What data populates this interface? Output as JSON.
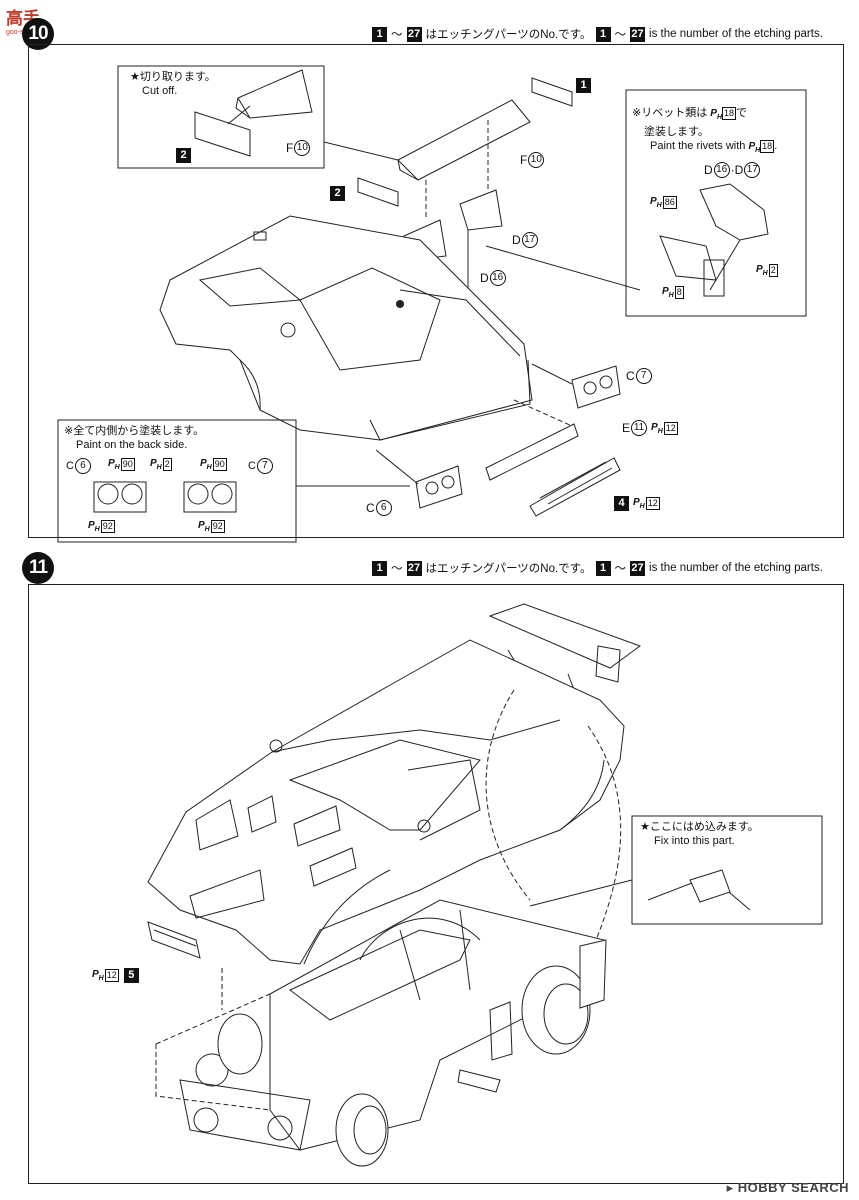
{
  "watermark_top": {
    "brand": "高手",
    "site": "goo-shells.com"
  },
  "step10": {
    "number": "10",
    "header": {
      "from": "1",
      "to": "27",
      "jp": "はエッチングパーツのNo.です。",
      "en": "is the number of the etching parts."
    },
    "note_cutoff": {
      "jp": "★切り取ります。",
      "en": "Cut off."
    },
    "note_rivets": {
      "jp": "※リベット類は",
      "jp2": "で",
      "jp3": "塗装します。",
      "en": "Paint the  rivets with",
      "ph": "18"
    },
    "note_back": {
      "jp": "※全て内側から塗装します。",
      "en": "Paint on the back side."
    },
    "labels": {
      "f10a": "F",
      "f10a_n": "10",
      "f10b": "F",
      "f10b_n": "10",
      "d17": "D",
      "d17_n": "17",
      "d16": "D",
      "d16_n": "16",
      "d16d17": "D",
      "d16d17_sep": "·D",
      "c7": "C",
      "c7_n": "7",
      "c6": "C",
      "c6_n": "6",
      "e11": "E",
      "e11_n": "11",
      "ph12a": "12",
      "ph12b": "12",
      "ph86": "86",
      "ph2": "2",
      "ph8": "8",
      "c6b": "C",
      "c6b_n": "6",
      "ph90a": "90",
      "ph2b": "2",
      "ph90b": "90",
      "c7b": "C",
      "c7b_n": "7",
      "ph92a": "92",
      "ph92b": "92",
      "e1": "1",
      "e2a": "2",
      "e2b": "2",
      "e4": "4"
    }
  },
  "step11": {
    "number": "11",
    "header": {
      "from": "1",
      "to": "27",
      "jp": "はエッチングパーツのNo.です。",
      "en": "is the number of the etching parts."
    },
    "note_fix": {
      "jp": "★ここにはめ込みます。",
      "en": "Fix into this part."
    },
    "labels": {
      "ph12": "12",
      "e5": "5"
    }
  },
  "footer": {
    "watermark": "HOBBY SEARCH"
  },
  "colors": {
    "ink": "#111111",
    "paper": "#ffffff"
  }
}
